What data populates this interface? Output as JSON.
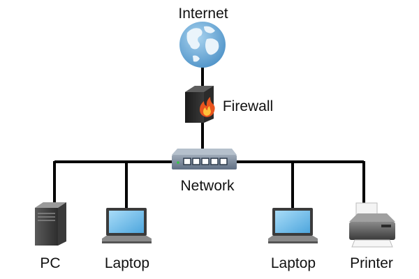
{
  "diagram": {
    "nodes": {
      "internet": {
        "label": "Internet",
        "icon": "globe-icon"
      },
      "firewall": {
        "label": "Firewall",
        "icon": "firewall-icon"
      },
      "network": {
        "label": "Network",
        "icon": "network-switch-icon"
      },
      "pc": {
        "label": "PC",
        "icon": "desktop-tower-icon"
      },
      "laptop_left": {
        "label": "Laptop",
        "icon": "laptop-icon"
      },
      "laptop_right": {
        "label": "Laptop",
        "icon": "laptop-icon"
      },
      "printer": {
        "label": "Printer",
        "icon": "printer-icon"
      }
    },
    "edges": [
      [
        "internet",
        "firewall"
      ],
      [
        "firewall",
        "network"
      ],
      [
        "network",
        "pc"
      ],
      [
        "network",
        "laptop_left"
      ],
      [
        "network",
        "laptop_right"
      ],
      [
        "network",
        "printer"
      ]
    ],
    "colors": {
      "line": "#000000",
      "globe_ocean": "#7fb6dd",
      "globe_land": "#e9f3fa",
      "flame": "#e8541e",
      "switch_body": "#7e8ea3",
      "screen": "#79c0ec"
    }
  }
}
